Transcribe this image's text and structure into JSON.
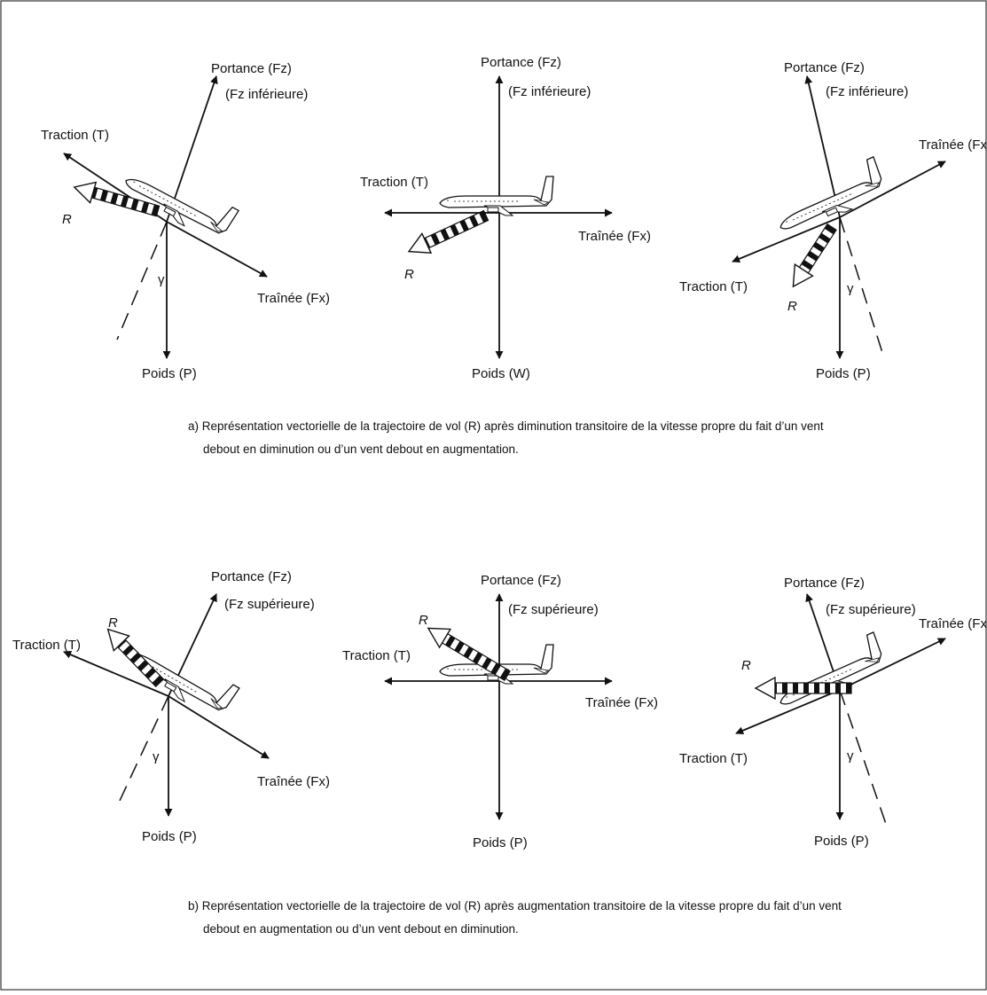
{
  "labels": {
    "portance": "Portance (Fz)",
    "fz_inf": "(Fz inférieure)",
    "fz_sup": "(Fz supérieure)",
    "traction": "Traction (T)",
    "trainee": "Traînée (Fx)",
    "poids_p": "Poids (P)",
    "poids_w": "Poids (W)",
    "r": "R",
    "gamma": "γ"
  },
  "captions": {
    "a_line1": "a) Représentation vectorielle de la trajectoire de vol (R) après diminution transitoire de la vitesse propre du fait d’un vent",
    "a_line2": "debout en diminution ou d’un vent debout en augmentation.",
    "b_line1": "b) Représentation vectorielle de la trajectoire de vol (R) après augmentation transitoire de la vitesse propre du fait d’un vent",
    "b_line2": "debout en augmentation ou d’un vent debout en diminution."
  }
}
